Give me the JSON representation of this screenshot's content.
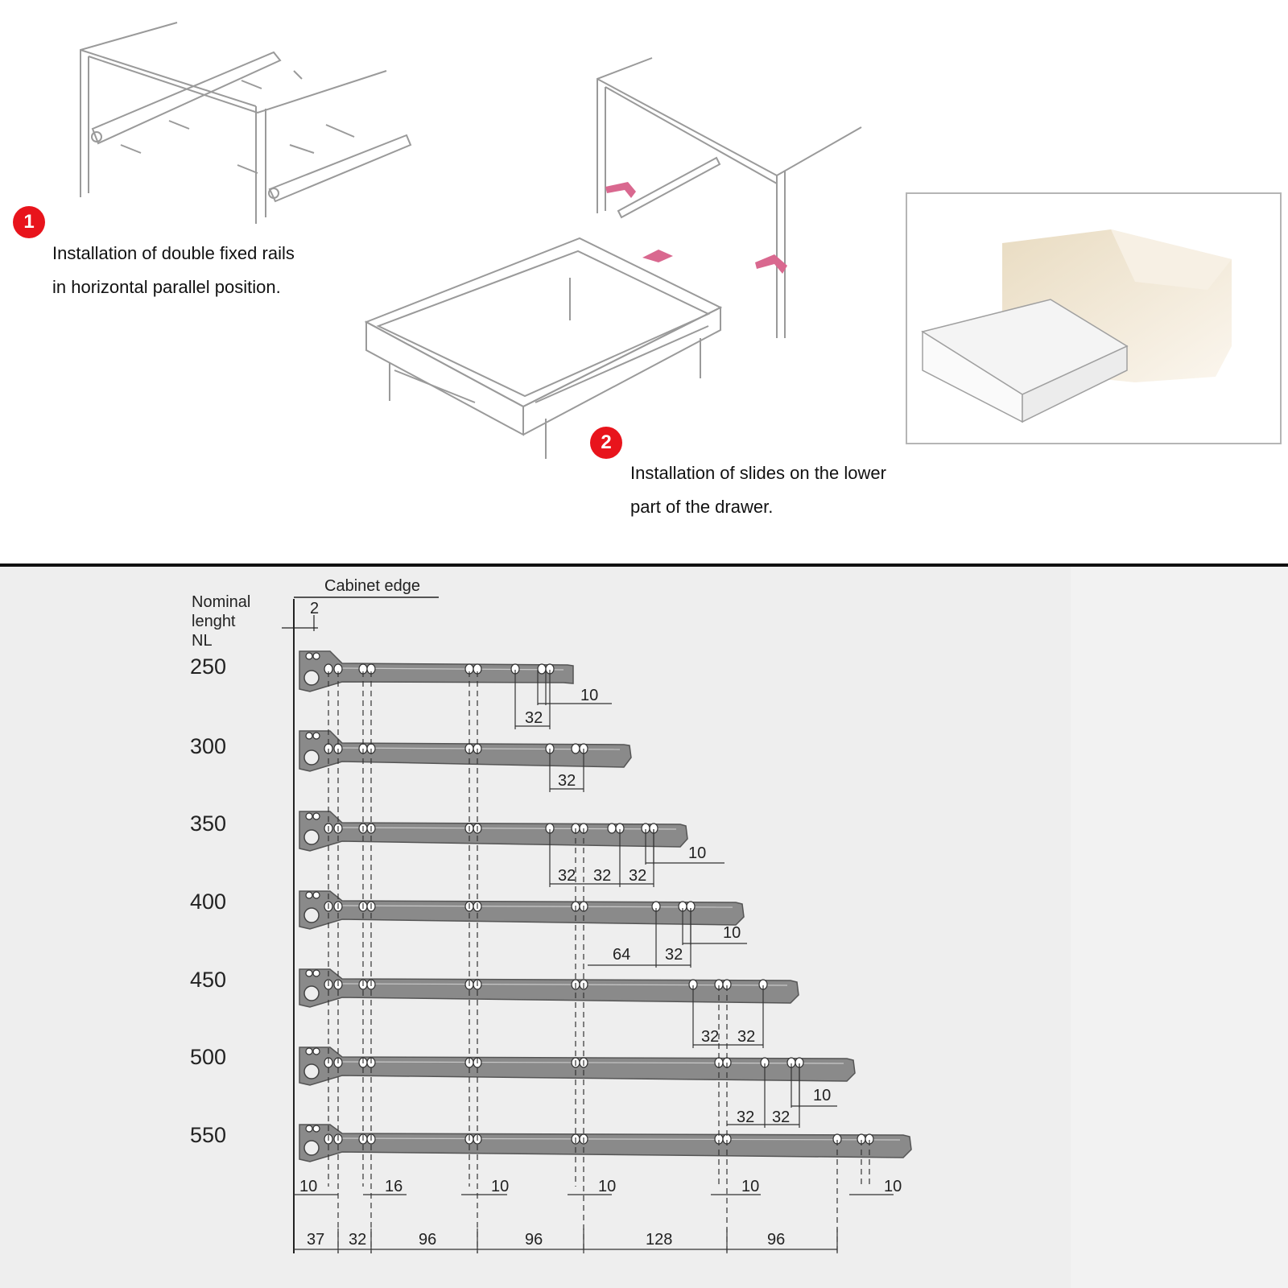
{
  "step1": {
    "number": "1",
    "line1": "Installation of double fixed rails",
    "line2": "in horizontal parallel position."
  },
  "step2": {
    "number": "2",
    "line1": "Installation of slides on the lower",
    "line2": "part of the drawer."
  },
  "chart": {
    "cabinet_edge": "Cabinet edge",
    "nl_title_1": "Nominal",
    "nl_title_2": "lenght",
    "nl_title_3": "NL",
    "edge_gap": "2",
    "lengths": [
      "250",
      "300",
      "350",
      "400",
      "450",
      "500",
      "550"
    ],
    "dims": {
      "r250_a": "10",
      "r250_b": "32",
      "r300_a": "32",
      "r350_a": "10",
      "r350_b": "32",
      "r350_c": "32",
      "r350_d": "32",
      "r400_a": "10",
      "r400_b": "64",
      "r400_c": "32",
      "r450_a": "32",
      "r450_b": "32",
      "r500_a": "10",
      "r500_b": "32",
      "r500_c": "32",
      "b1": "10",
      "b2": "16",
      "b3": "10",
      "b4": "10",
      "b5": "10",
      "b6": "10"
    },
    "base": [
      "37",
      "32",
      "96",
      "96",
      "128",
      "96"
    ]
  },
  "colors": {
    "badge": "#e8141c",
    "rail": "#8a8a8a",
    "arrow": "#d9688f"
  }
}
